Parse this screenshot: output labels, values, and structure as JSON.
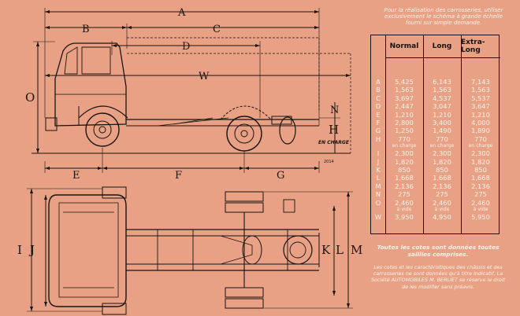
{
  "drawing": {
    "dim_labels": {
      "A": "A",
      "B": "B",
      "C": "C",
      "D": "D",
      "W": "W",
      "O": "O",
      "N": "N",
      "H": "H",
      "E": "E",
      "F": "F",
      "G": "G",
      "I": "I",
      "J": "J",
      "K": "K",
      "L": "L",
      "M": "M"
    },
    "en_charge": "EN CHARGE",
    "ref_number": "2014"
  },
  "notes": {
    "top": "Pour la réalisation des carrosseries, utiliser exclusivement le schéma à grande échelle fourni sur simple demande.",
    "bold": "Toutes les cotes sont données toutes saillies comprises.",
    "bottom": "Les cotes et les caractéristiques des châssis et des carrosseries ne sont données qu'à titre indicatif. La Société AUTOMOBILES M. BERLIET se réserve le droit de les modifier sans préavis."
  },
  "table": {
    "columns": [
      "Normal",
      "Long",
      "Extra-Long"
    ],
    "rows": [
      {
        "key": "A",
        "values": [
          "5,425",
          "6,143",
          "7,143"
        ]
      },
      {
        "key": "B",
        "values": [
          "1,563",
          "1,563",
          "1,563"
        ]
      },
      {
        "key": "C",
        "values": [
          "3,697",
          "4,537",
          "5,537"
        ]
      },
      {
        "key": "D",
        "values": [
          "2,447",
          "3,047",
          "3,647"
        ]
      },
      {
        "key": "E",
        "values": [
          "1,210",
          "1,210",
          "1,210"
        ]
      },
      {
        "key": "F",
        "values": [
          "2,800",
          "3,400",
          "4,000"
        ]
      },
      {
        "key": "G",
        "values": [
          "1,250",
          "1,490",
          "1,890"
        ]
      },
      {
        "key": "H",
        "values": [
          "770",
          "770",
          "770"
        ]
      },
      {
        "key": "",
        "values": [
          "en charge",
          "en charge",
          "en charge"
        ],
        "sub": true
      },
      {
        "key": "I",
        "values": [
          "2,300",
          "2,300",
          "2,300"
        ]
      },
      {
        "key": "J",
        "values": [
          "1,820",
          "1,820",
          "1,820"
        ]
      },
      {
        "key": "K",
        "values": [
          "850",
          "850",
          "850"
        ]
      },
      {
        "key": "L",
        "values": [
          "1,668",
          "1,668",
          "1,668"
        ]
      },
      {
        "key": "M",
        "values": [
          "2,136",
          "2,136",
          "2,136"
        ]
      },
      {
        "key": "N",
        "values": [
          "275",
          "275",
          "275"
        ]
      },
      {
        "key": "O",
        "values": [
          "2,460",
          "2,460",
          "2,460"
        ]
      },
      {
        "key": "",
        "values": [
          "à vide",
          "à vide",
          "à vide"
        ],
        "sub": true
      },
      {
        "key": "W",
        "values": [
          "3,950",
          "4,950",
          "5,950"
        ]
      }
    ]
  }
}
